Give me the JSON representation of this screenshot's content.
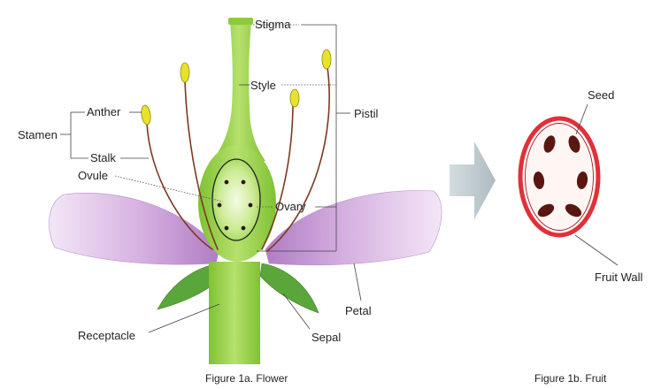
{
  "figure_a": {
    "caption": "Figure 1a. Flower",
    "labels": {
      "stigma": "Stigma",
      "style": "Style",
      "pistil": "Pistil",
      "stamen": "Stamen",
      "anther": "Anther",
      "stalk": "Stalk",
      "ovule": "Ovule",
      "ovary": "Ovary",
      "petal": "Petal",
      "sepal": "Sepal",
      "receptacle": "Receptacle"
    }
  },
  "figure_b": {
    "caption": "Figure 1b. Fruit",
    "labels": {
      "seed": "Seed",
      "fruit_wall": "Fruit Wall"
    }
  },
  "colors": {
    "petal": "#c79bd6",
    "pistil_green": "#8ccc3c",
    "sepal": "#4f9a2f",
    "anther": "#e6e32a",
    "filament": "#7b3a1f",
    "fruit_wall": "#e0303a",
    "seed": "#5a1712",
    "arrow": "#b8c6cc"
  }
}
